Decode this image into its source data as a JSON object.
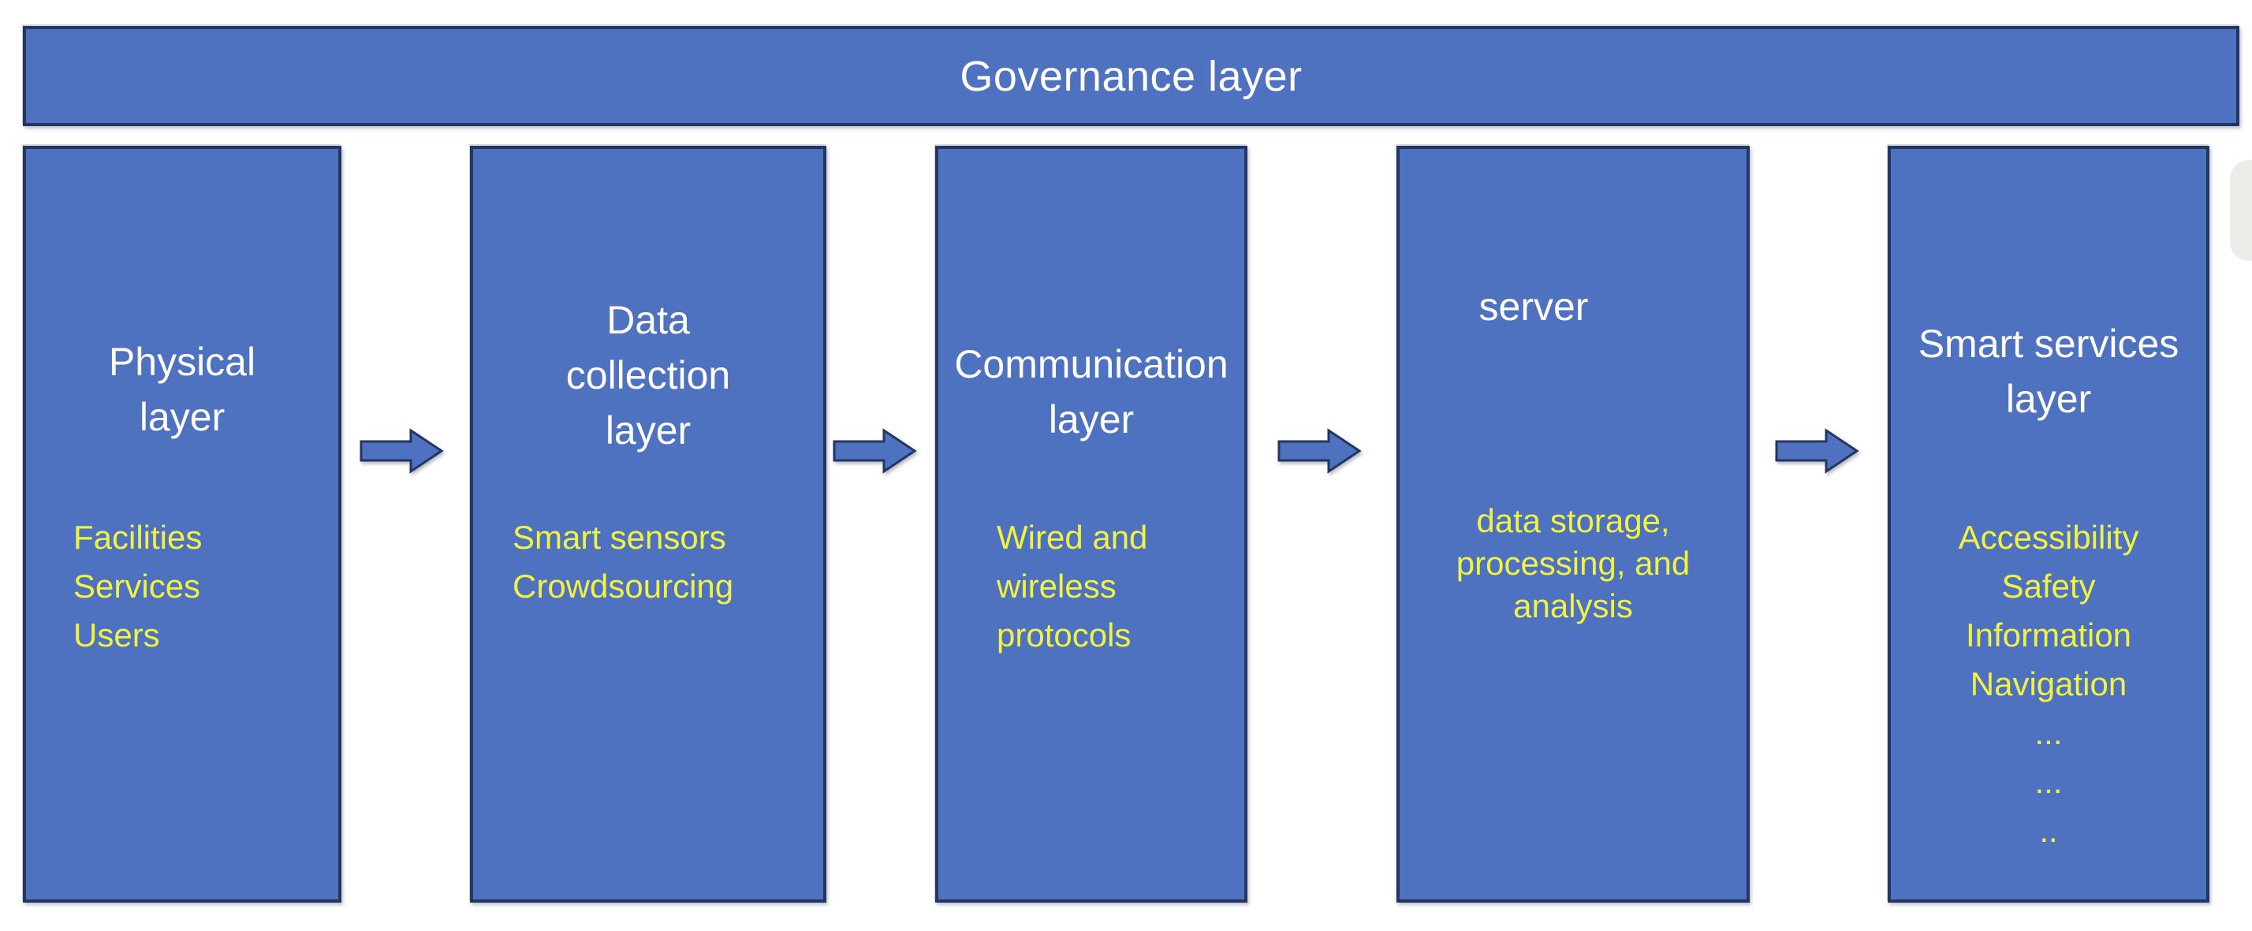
{
  "governance": {
    "label": "Governance layer"
  },
  "layers": [
    {
      "title": "Physical\nlayer",
      "items": [
        "Facilities",
        "Services",
        "Users"
      ]
    },
    {
      "title": "Data\ncollection\nlayer",
      "items": [
        "Smart sensors",
        "Crowdsourcing"
      ]
    },
    {
      "title": "Communication\nlayer",
      "items": [
        "Wired and wireless protocols"
      ]
    },
    {
      "title": "server",
      "items": [
        "data storage, processing, and analysis"
      ]
    },
    {
      "title": "Smart services\nlayer",
      "items": [
        "Accessibility",
        "Safety",
        "Information",
        "Navigation",
        "...",
        "...",
        ".."
      ]
    }
  ],
  "icons": {
    "flow_arrow": "right-block-arrow"
  },
  "colors": {
    "box_fill": "#4E72BF",
    "box_border": "#24365F",
    "title_text": "#FFFFFF",
    "item_text": "#F2F243",
    "arrow_fill": "#4E72BF",
    "arrow_border": "#24365F",
    "background": "#FFFFFF"
  }
}
